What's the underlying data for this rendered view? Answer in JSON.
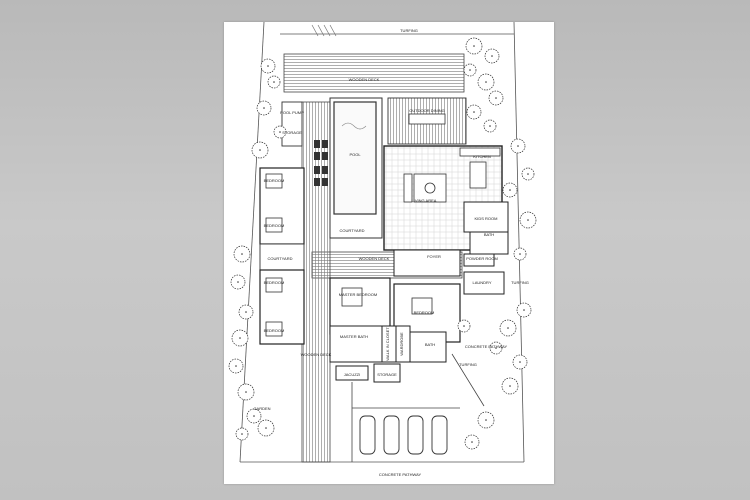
{
  "plan": {
    "labels": {
      "turfing_top": "TURFING",
      "wooden_deck_top": "WOODEN DECK",
      "pool_pump": "POOL PUMP",
      "storage_top": "STORAGE",
      "outdoor_dining": "OUTDOOR DINING",
      "pool": "POOL",
      "kitchen": "KITCHEN",
      "living_area": "LIVING AREA",
      "kids_room": "KIDS ROOM",
      "bath_right": "BATH",
      "courtyard_pool": "COURTYARD",
      "powder_room": "POWDER ROOM",
      "bedroom_1": "BEDROOM",
      "bedroom_2": "BEDROOM",
      "bedroom_3": "BEDROOM",
      "bedroom_4": "BEDROOM",
      "courtyard_left": "COURTYARD",
      "wooden_deck_mid": "WOODEN DECK",
      "foyer": "FOYER",
      "laundry": "LAUNDRY",
      "turfing_right": "TURFING",
      "master_bedroom": "MASTER BEDROOM",
      "bedroom_center": "BEDROOM",
      "master_bath": "MASTER BATH",
      "walk_in_closet": "WALK IN CLOSET",
      "wardrobe": "WARDROBE",
      "bath_center": "BATH",
      "jacuzzi": "JACUZZI",
      "storage_bottom": "STORAGE",
      "wooden_deck_left": "WOODEN DECK",
      "garden": "GARDEN",
      "concrete_pathway_right": "CONCRETE PATHWAY",
      "turfing_lower": "TURFING",
      "concrete_pathway_bottom": "CONCRETE PATHWAY"
    }
  }
}
